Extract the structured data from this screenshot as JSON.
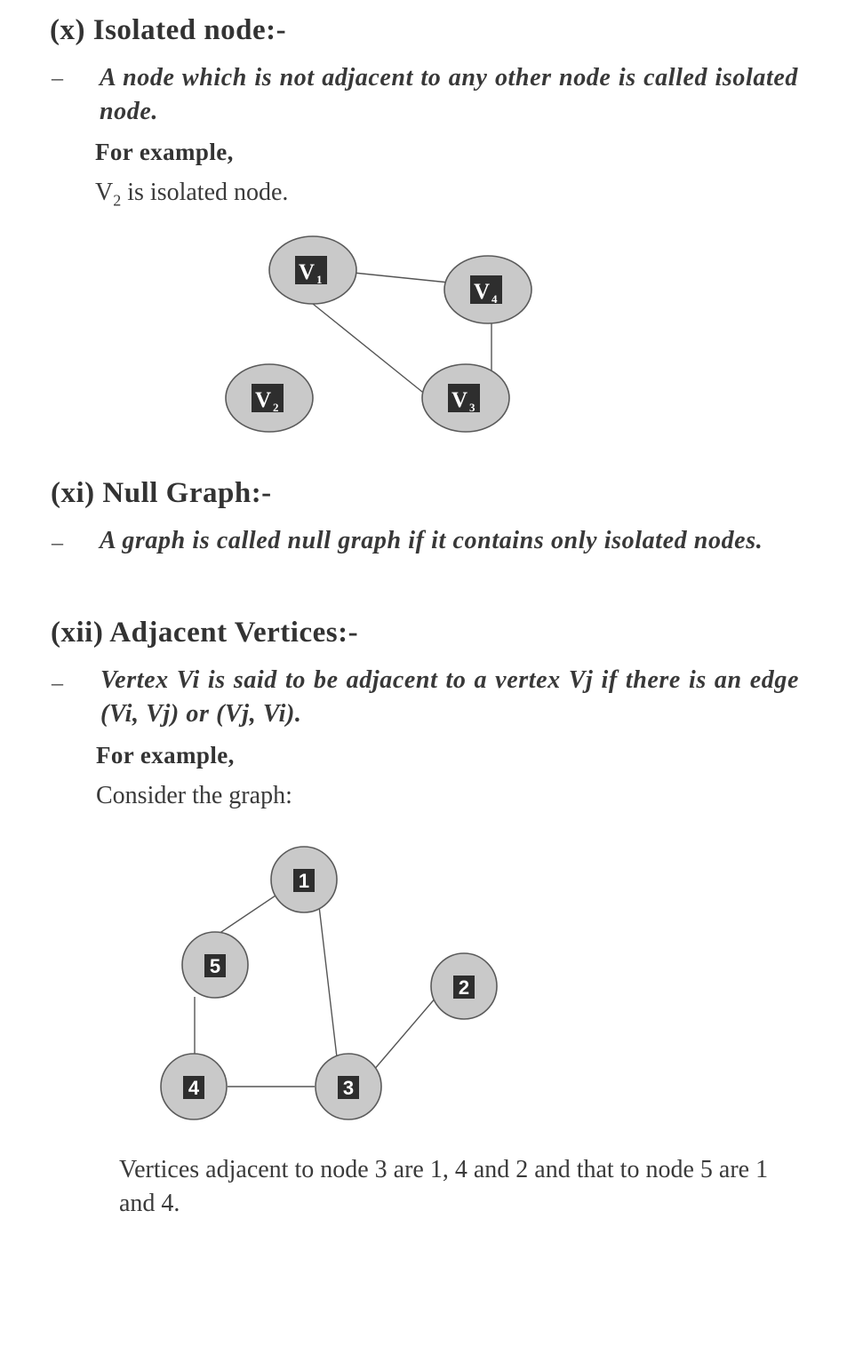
{
  "section_x": {
    "heading": "(x)  Isolated node:-",
    "dash": "–",
    "definition": "A node  which is not adjacent to any other node is called isolated node.",
    "example_label": "For example,",
    "statement_main": "V",
    "statement_sub": "2",
    "statement_rest": " is isolated node.",
    "graph": {
      "nodes": [
        {
          "id": "V1",
          "letter": "V",
          "sub": "1"
        },
        {
          "id": "V4",
          "letter": "V",
          "sub": "4"
        },
        {
          "id": "V2",
          "letter": "V",
          "sub": "2"
        },
        {
          "id": "V3",
          "letter": "V",
          "sub": "3"
        }
      ],
      "edges": [
        [
          "V1",
          "V4"
        ],
        [
          "V1",
          "V3"
        ],
        [
          "V4",
          "V3"
        ]
      ]
    }
  },
  "section_xi": {
    "heading": "(xi) Null Graph:-",
    "dash": "–",
    "definition": "A graph is called null graph if it contains only isolated nodes."
  },
  "section_xii": {
    "heading": "(xii) Adjacent Vertices:-",
    "dash": "–",
    "definition": "Vertex Vi is said to be adjacent to a vertex Vj if there is an edge (Vi, Vj) or (Vj, Vi).",
    "example_label": "For example,",
    "intro": "Consider the graph:",
    "graph": {
      "nodes": [
        {
          "id": "1",
          "label": "1"
        },
        {
          "id": "5",
          "label": "5"
        },
        {
          "id": "2",
          "label": "2"
        },
        {
          "id": "4",
          "label": "4"
        },
        {
          "id": "3",
          "label": "3"
        }
      ],
      "edges": [
        [
          "1",
          "5"
        ],
        [
          "1",
          "3"
        ],
        [
          "5",
          "4"
        ],
        [
          "4",
          "3"
        ],
        [
          "3",
          "2"
        ]
      ]
    },
    "conclusion": "Vertices adjacent to node 3 are 1, 4 and 2 and that to node 5 are 1 and 4."
  }
}
